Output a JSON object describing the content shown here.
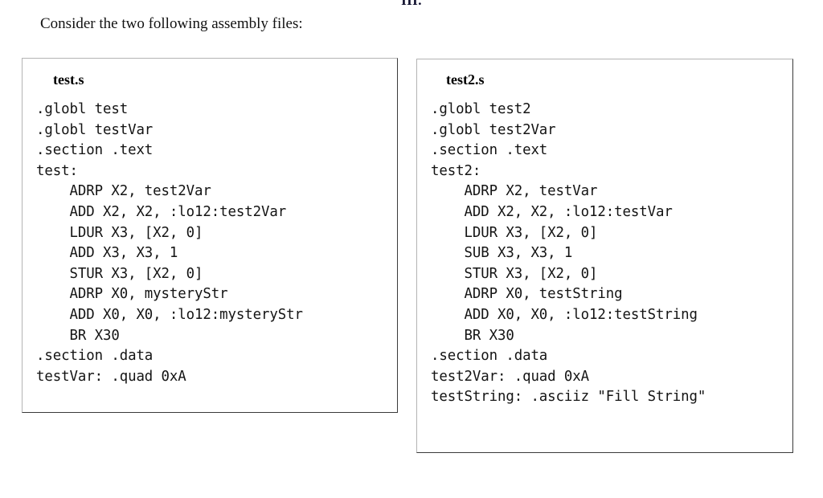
{
  "page": {
    "section_numeral": "III.",
    "intro_text": "Consider the two following assembly files:"
  },
  "code_blocks": [
    {
      "title": "test.s",
      "lines": [
        ".globl test",
        ".globl testVar",
        ".section .text",
        "test:",
        "    ADRP X2, test2Var",
        "    ADD X2, X2, :lo12:test2Var",
        "    LDUR X3, [X2, 0]",
        "    ADD X3, X3, 1",
        "    STUR X3, [X2, 0]",
        "    ADRP X0, mysteryStr",
        "    ADD X0, X0, :lo12:mysteryStr",
        "    BR X30",
        ".section .data",
        "testVar: .quad 0xA"
      ]
    },
    {
      "title": "test2.s",
      "lines": [
        ".globl test2",
        ".globl test2Var",
        ".section .text",
        "test2:",
        "    ADRP X2, testVar",
        "    ADD X2, X2, :lo12:testVar",
        "    LDUR X3, [X2, 0]",
        "    SUB X3, X3, 1",
        "    STUR X3, [X2, 0]",
        "    ADRP X0, testString",
        "    ADD X0, X0, :lo12:testString",
        "    BR X30",
        ".section .data",
        "test2Var: .quad 0xA",
        "testString: .asciiz \"Fill String\""
      ]
    }
  ],
  "colors": {
    "page_background": "#ffffff",
    "text": "#000000",
    "code_text": "#141414",
    "border_light": "#b4b4b4",
    "border_dark": "#3a3a3a",
    "numeral_color": "#0d0d2b"
  }
}
